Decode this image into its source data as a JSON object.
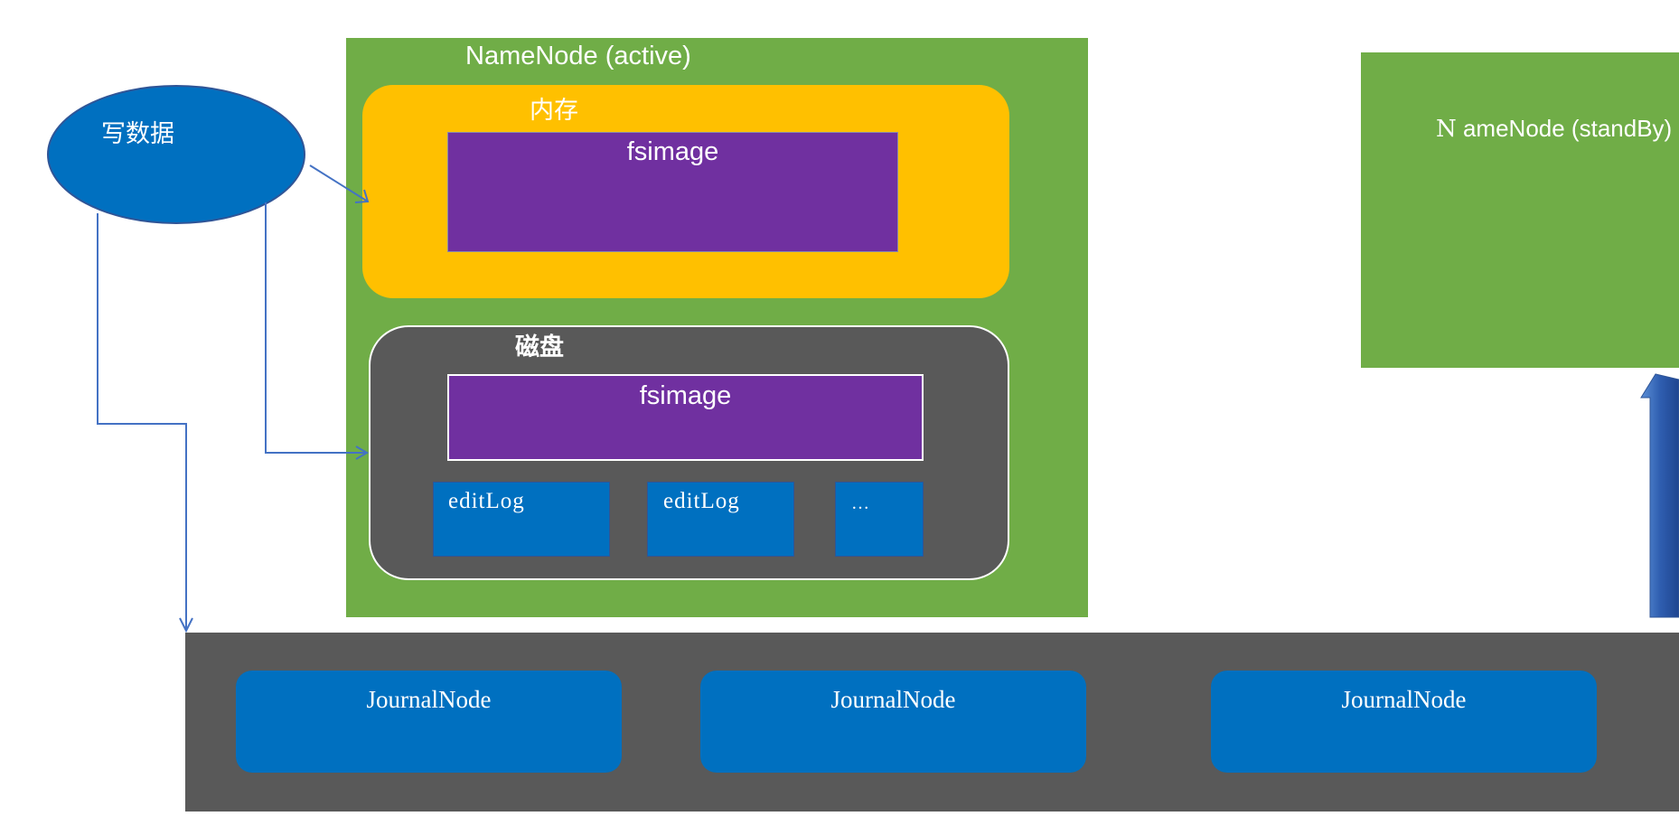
{
  "write_data": {
    "label": "写数据"
  },
  "active_namenode": {
    "title": "NameNode (active)",
    "memory": {
      "title": "内存",
      "fsimage": "fsimage"
    },
    "disk": {
      "title": "磁盘",
      "fsimage": "fsimage",
      "edit_logs": [
        "editLog",
        "editLog",
        "…"
      ]
    }
  },
  "standby_namenode": {
    "title_first": "N",
    "title_rest": " ameNode (standBy)"
  },
  "journal_nodes": [
    "JournalNode",
    "JournalNode",
    "JournalNode"
  ],
  "colors": {
    "namenode_green": "#70ad47",
    "memory_yellow": "#ffc000",
    "fsimage_purple": "#7030a0",
    "node_blue": "#0070c0",
    "dark_gray": "#595959",
    "arrow_blue": "#4472c4"
  }
}
